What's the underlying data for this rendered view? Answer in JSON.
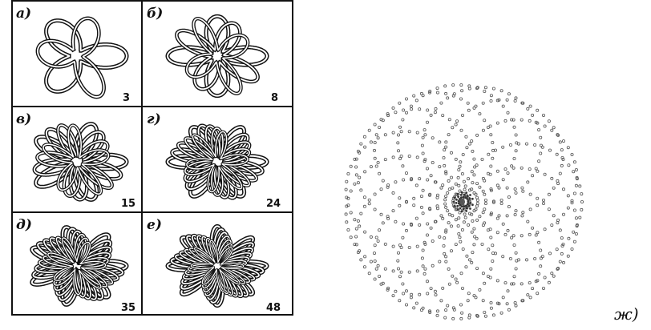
{
  "panels": [
    {
      "letter": "а)",
      "number": "3",
      "lobes": 3
    },
    {
      "letter": "б)",
      "number": "8",
      "lobes": 4
    },
    {
      "letter": "в)",
      "number": "15",
      "lobes": 5
    },
    {
      "letter": "г)",
      "number": "24",
      "lobes": 6
    },
    {
      "letter": "д)",
      "number": "35",
      "lobes": 7
    },
    {
      "letter": "е)",
      "number": "48",
      "lobes": 8
    }
  ],
  "rosette": {
    "label": "ж)",
    "loops": 15
  },
  "colors": {
    "ink": "#111111",
    "dots": "#555555",
    "background": "#ffffff"
  }
}
